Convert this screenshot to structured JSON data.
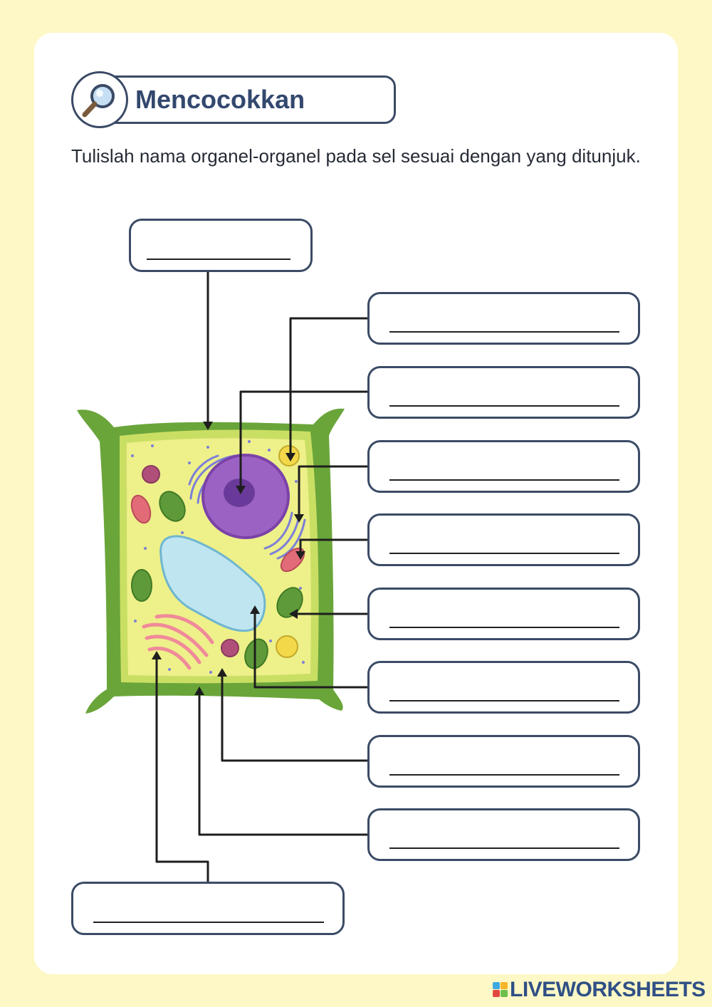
{
  "header": {
    "title": "Mencocokkan",
    "icon": "magnifier-icon"
  },
  "instruction": "Tulislah nama organel-organel pada sel sesuai dengan yang ditunjuk.",
  "answer_boxes": [
    {
      "id": "top-left",
      "value": ""
    },
    {
      "id": "right-1",
      "value": ""
    },
    {
      "id": "right-2",
      "value": ""
    },
    {
      "id": "right-3",
      "value": ""
    },
    {
      "id": "right-4",
      "value": ""
    },
    {
      "id": "right-5",
      "value": ""
    },
    {
      "id": "right-6",
      "value": ""
    },
    {
      "id": "right-7",
      "value": ""
    },
    {
      "id": "right-8",
      "value": ""
    },
    {
      "id": "bottom-left",
      "value": ""
    }
  ],
  "footer": {
    "brand": "LIVEWORKSHEETS",
    "logo_icon": "liveworksheets-logo-icon"
  },
  "colors": {
    "background": "#fdf8c6",
    "card": "#ffffff",
    "border": "#3b4b66",
    "title": "#33486e",
    "cell_wall": "#6aa53a",
    "cytoplasm": "#eef08a",
    "nucleus": "#9b62c4",
    "vacuole": "#bfe5f0",
    "chloroplast": "#5f9a3a",
    "mitochondria": "#e26b78",
    "brand": "#2f4f86"
  }
}
